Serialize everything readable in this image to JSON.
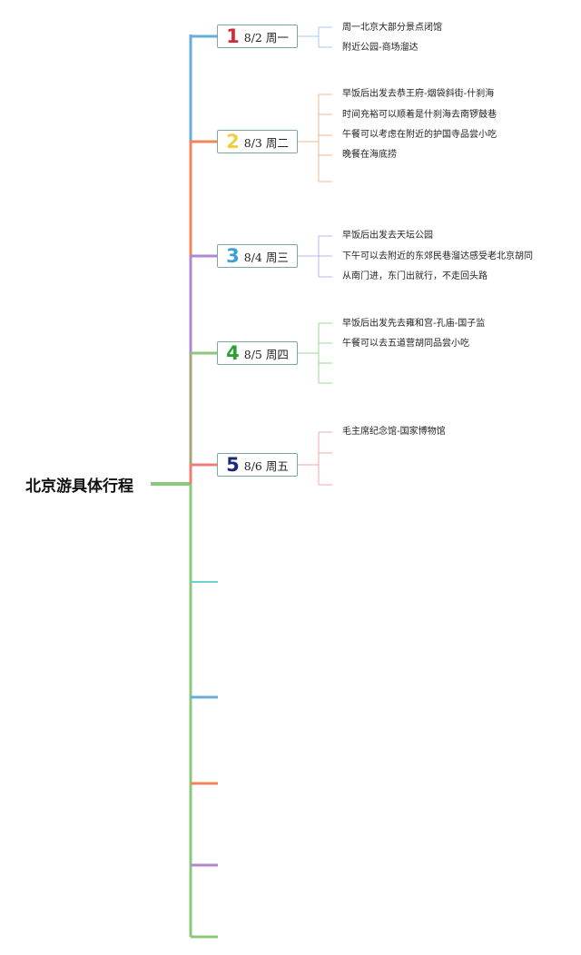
{
  "title": "北京游具体行程",
  "colors": {
    "root": "#8cc87a",
    "trunk_blue": "#68acd8",
    "trunk_orange": "#f08658",
    "trunk_purple": "#b088d0",
    "trunk_olive": "#a8a47a",
    "trunk_red": "#f07c78",
    "trunk_green": "#8cc87a",
    "stub_cyan": "#70d0d0",
    "stub_blue": "#68acd8",
    "stub_orange": "#f08658",
    "stub_purple": "#b088d0"
  },
  "days": [
    {
      "num": "1",
      "label": "8/2 周一",
      "num_color": "#d42a3a",
      "branch_color": "#a8c8e8",
      "notes": [
        "周一北京大部分景点闭馆",
        "附近公园-商场溜达"
      ]
    },
    {
      "num": "2",
      "label": "8/3 周二",
      "num_color": "#f0d040",
      "branch_color": "#f0b890",
      "notes": [
        "早饭后出发去恭王府-烟袋斜街-什刹海",
        "时间充裕可以顺着是什刹海去南锣鼓巷",
        "午餐可以考虑在附近的护国寺品尝小吃",
        "晚餐在海底捞"
      ]
    },
    {
      "num": "3",
      "label": "8/4 周三",
      "num_color": "#3aa0d8",
      "branch_color": "#b8b4e8",
      "notes": [
        "早饭后出发去天坛公园",
        "下午可以去附近的东郊民巷溜达感受老北京胡同",
        "从南门进，东门出就行，不走回头路"
      ]
    },
    {
      "num": "4",
      "label": "8/5 周四",
      "num_color": "#2aa030",
      "branch_color": "#98d898",
      "notes": [
        "早饭后出发先去雍和宫-孔庙-国子监",
        "午餐可以去五道营胡同品尝小吃"
      ]
    },
    {
      "num": "5",
      "label": "8/6 周五",
      "num_color": "#1a2a78",
      "branch_color": "#f0a8a8",
      "notes": [
        "毛主席纪念馆-国家博物馆"
      ]
    }
  ]
}
